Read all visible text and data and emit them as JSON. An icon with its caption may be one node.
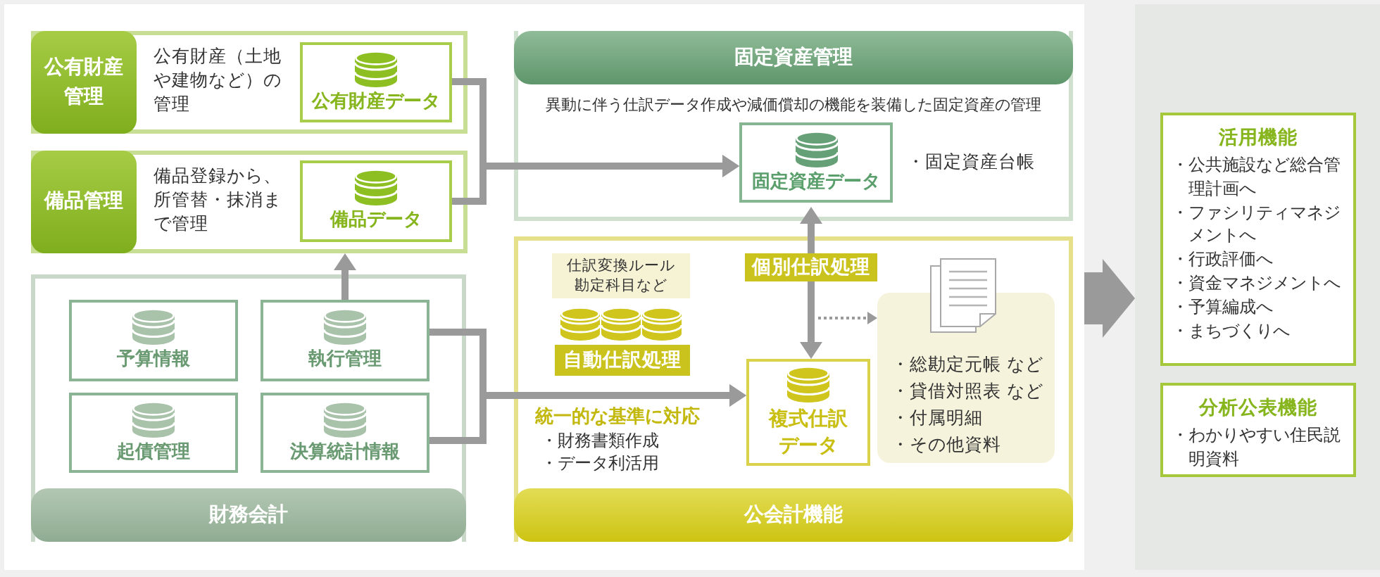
{
  "diagram": {
    "nodes": [
      {
        "text": [],
        "shape": "box"
      },
      {
        "text": [
          "公有財産管理",
          "公有財産（土地や建物など）の管理"
        ],
        "in": 0
      },
      {
        "text": [
          "公有財産データ"
        ],
        "in": 1
      },
      {
        "text": [
          "備品管理",
          "備品登録から、所管替・抹消まで管理"
        ],
        "in": 0
      },
      {
        "text": [
          "備品データ"
        ],
        "in": 3
      },
      {
        "text": [
          "財務会計"
        ],
        "in": 0
      },
      {
        "text": [
          "予算情報"
        ],
        "in": 5
      },
      {
        "text": [
          "執行管理"
        ],
        "in": 5
      },
      {
        "text": [
          "起債管理"
        ],
        "in": 5
      },
      {
        "text": [
          "決算統計情報"
        ],
        "in": 5
      },
      {
        "text": [
          "固定資産管理",
          "異動に伴う仕訳データ作成や減価償却の機能を装備した固定資産の管理"
        ],
        "in": 0
      },
      {
        "text": [
          "固定資産データ"
        ],
        "in": 10,
        "beside": [
          "・固定資産台帳"
        ]
      },
      {
        "text": [
          "公会計機能"
        ],
        "in": 0
      },
      {
        "text": [
          "仕訳変換ルール勘定科目など"
        ],
        "in": 12
      },
      {
        "text": [
          "自動仕訳処理"
        ],
        "in": 12
      },
      {
        "text": [
          "複式仕訳データ"
        ],
        "in": 12
      },
      {
        "text": [
          "個別仕訳処理"
        ],
        "in": 12
      },
      {
        "text": [
          "・総勘定元帳 など",
          "・貸借対照表 など",
          "・付属明細",
          "・その他資料"
        ],
        "in": 12
      },
      {
        "text": [],
        "shape": "box"
      },
      {
        "text": [
          "活用機能",
          "・公共施設など総合管理計画へ",
          "・ファシリティマネジメントへ",
          "・行政評価へ",
          "・資金マネジメントへ",
          "・予算編成へ",
          "・まちづくりへ"
        ],
        "in": 18
      },
      {
        "text": [
          "分析公表機能",
          "・わかりやすい住民説明資料"
        ],
        "in": 18
      }
    ],
    "edges": [
      {
        "from": 2,
        "to": 11,
        "arrow": "to"
      },
      {
        "from": 4,
        "to": 11,
        "arrow": "to"
      },
      {
        "from": 7,
        "to": 3,
        "arrow": "to"
      },
      {
        "from": 7,
        "to": 15,
        "arrow": "to"
      },
      {
        "from": 9,
        "to": 15,
        "arrow": "to"
      },
      {
        "from": 16,
        "to": 11,
        "arrow": "to"
      },
      {
        "from": 16,
        "to": 15,
        "arrow": "to"
      },
      {
        "from": null,
        "to": 17,
        "arrow": "to",
        "style": "dashed"
      },
      {
        "from": 0,
        "to": 18,
        "arrow": "to",
        "style": "thick"
      }
    ],
    "labels": [
      "統一的な基準に対応",
      "・財務書類作成",
      "・データ利活用"
    ]
  }
}
